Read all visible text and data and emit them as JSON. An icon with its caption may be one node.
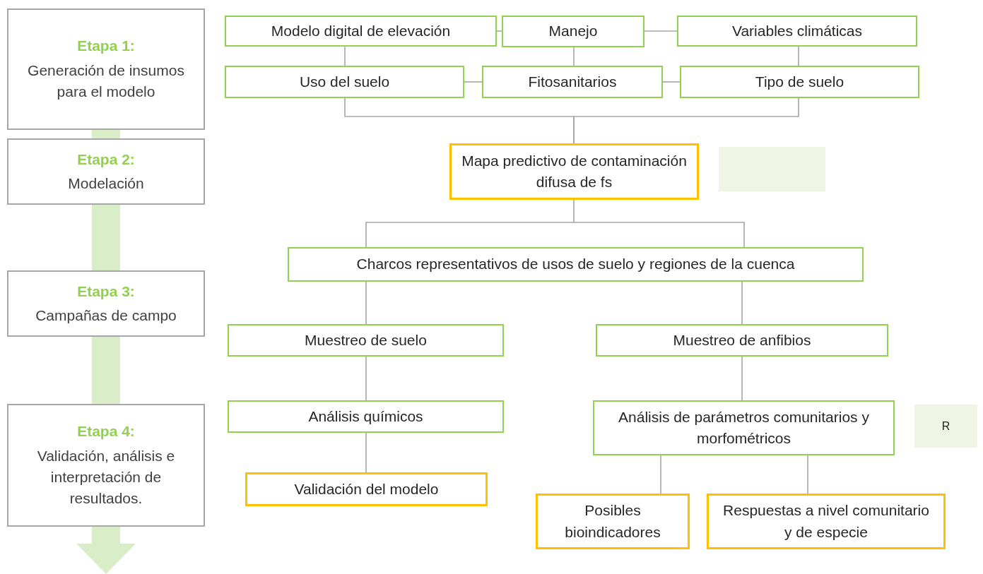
{
  "diagram": {
    "nodes": [
      {
        "text": [
          "Etapa 1:",
          "Generación de insumos para el modelo"
        ]
      },
      {
        "text": [
          "Etapa 2:",
          "Modelación"
        ]
      },
      {
        "text": [
          "Etapa 3:",
          "Campañas de campo"
        ]
      },
      {
        "text": [
          "Etapa 4:",
          "Validación, análisis e interpretación de resultados."
        ]
      },
      {
        "text": [
          "Modelo digital de elevación"
        ]
      },
      {
        "text": [
          "Manejo"
        ]
      },
      {
        "text": [
          "Variables climáticas"
        ]
      },
      {
        "text": [
          "Uso del suelo"
        ]
      },
      {
        "text": [
          "Fitosanitarios"
        ]
      },
      {
        "text": [
          "Tipo de suelo"
        ]
      },
      {
        "text": [
          "Mapa predictivo de contaminación difusa de fs"
        ]
      },
      {
        "text": [],
        "shape": "box"
      },
      {
        "text": [
          "Charcos representativos de usos de suelo y regiones de la cuenca"
        ]
      },
      {
        "text": [
          "Muestreo de suelo"
        ]
      },
      {
        "text": [
          "Muestreo de anfibios"
        ]
      },
      {
        "text": [
          "Análisis químicos"
        ]
      },
      {
        "text": [
          "Análisis de parámetros comunitarios y morfométricos"
        ]
      },
      {
        "text": [
          "R"
        ]
      },
      {
        "text": [
          "Validación del modelo"
        ]
      },
      {
        "text": [
          "Posibles bioindicadores"
        ]
      },
      {
        "text": [
          "Respuestas a nivel comunitario y de especie"
        ]
      }
    ],
    "edges": [
      {
        "from": 4,
        "to": 5,
        "arrow": "none"
      },
      {
        "from": 5,
        "to": 6,
        "arrow": "none"
      },
      {
        "from": 4,
        "to": 7,
        "arrow": "none"
      },
      {
        "from": 5,
        "to": 8,
        "arrow": "none"
      },
      {
        "from": 6,
        "to": 9,
        "arrow": "none"
      },
      {
        "from": 7,
        "to": 8,
        "arrow": "none"
      },
      {
        "from": 8,
        "to": 9,
        "arrow": "none"
      },
      {
        "from": 7,
        "to": 10,
        "arrow": "none"
      },
      {
        "from": 9,
        "to": 10,
        "arrow": "none"
      },
      {
        "from": 10,
        "to": 12,
        "arrow": "none"
      },
      {
        "from": 12,
        "to": 13,
        "arrow": "none"
      },
      {
        "from": 12,
        "to": 14,
        "arrow": "none"
      },
      {
        "from": 13,
        "to": 15,
        "arrow": "none"
      },
      {
        "from": 15,
        "to": 18,
        "arrow": "none"
      },
      {
        "from": 14,
        "to": 16,
        "arrow": "none"
      },
      {
        "from": 16,
        "to": 19,
        "arrow": "none"
      },
      {
        "from": 16,
        "to": 20,
        "arrow": "none"
      }
    ]
  }
}
